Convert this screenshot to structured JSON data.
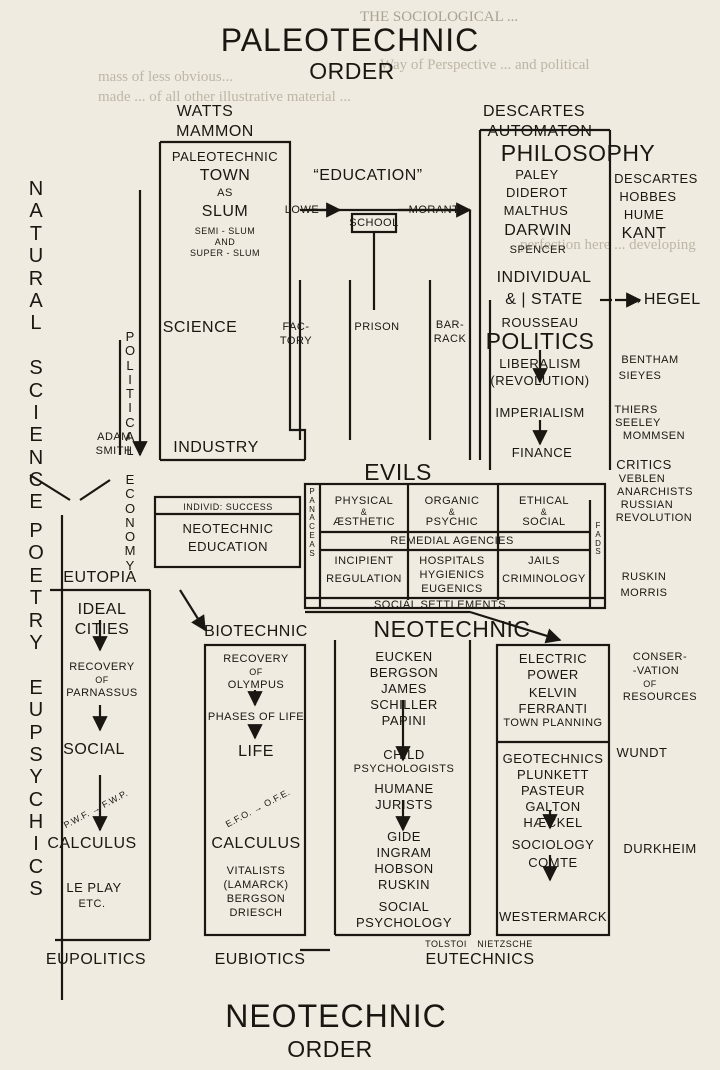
{
  "page": {
    "running_head": "THE SOCIOLOGICAL ...",
    "bleed_through": [
      "mass of less obvious...",
      "made ... of all other illustrative material ...",
      "Way of Perspective ... and political",
      "perfection here ... developing"
    ]
  },
  "diagram": {
    "title_top": [
      "PALEOTECHNIC",
      "ORDER"
    ],
    "title_bottom": [
      "NEOTECHNIC",
      "ORDER"
    ],
    "natural_science": "NATURAL SCIENCE",
    "poetry_eupsychics": "POETRY EUPSYCHICS",
    "political_economy": "POLITICAL ECONOMY",
    "left_top": {
      "watts": "WATTS",
      "mammon": "MAMMON",
      "town_lines": [
        "PALEOTECHNIC",
        "TOWN",
        "AS",
        "SLUM"
      ],
      "slum_sub": [
        "SEMI - SLUM",
        "AND",
        "SUPER - SLUM"
      ],
      "science": "SCIENCE",
      "industry": "INDUSTRY",
      "adam_smith": [
        "ADAM",
        "SMITH"
      ]
    },
    "education": {
      "label": "“EDUCATION”",
      "lowe": "LOWE",
      "school": "SCHOOL",
      "morant": "MORANT",
      "factory": [
        "FAC-",
        "TORY"
      ],
      "prison": "PRISON",
      "barrack": [
        "BAR-",
        "RACK"
      ]
    },
    "descartes_automaton": [
      "DESCARTES",
      "AUTOMATON"
    ],
    "philosophy": {
      "title": "PHILOSOPHY",
      "names": [
        "PALEY",
        "DIDEROT",
        "MALTHUS",
        "DARWIN",
        "SPENCER"
      ],
      "right": [
        "DESCARTES",
        "HOBBES",
        "HUME",
        "KANT"
      ],
      "individual": "INDIVIDUAL",
      "state": "& | STATE",
      "hegel": "→HEGEL",
      "rousseau": "ROUSSEAU"
    },
    "politics": {
      "title": "POLITICS",
      "items": [
        "LIBERALISM",
        "(REVOLUTION)",
        "IMPERIALISM",
        "FINANCE"
      ],
      "right": [
        "BENTHAM",
        "SIEYES",
        "THIERS",
        "SEELEY",
        "MOMMSEN"
      ]
    },
    "critics": [
      "CRITICS",
      "VEBLEN",
      "ANARCHISTS",
      "RUSSIAN",
      "REVOLUTION"
    ],
    "evils": {
      "title": "EVILS",
      "physical": [
        "PHYSICAL",
        "&",
        "ÆSTHETIC"
      ],
      "organic": [
        "ORGANIC",
        "&",
        "PSYCHIC"
      ],
      "ethical": [
        "ETHICAL",
        "&",
        "SOCIAL"
      ],
      "panaceas": "PANACEAS",
      "fads": "FADS",
      "remedial": "REMEDIAL AGENCIES",
      "incipient": [
        "INCIPIENT",
        "REGULATION"
      ],
      "hospitals": [
        "HOSPITALS",
        "HYGIENICS",
        "EUGENICS"
      ],
      "jails": [
        "JAILS",
        "CRIMINOLOGY"
      ],
      "settlements": "SOCIAL SETTLEMENTS"
    },
    "neotechnic_education": {
      "individ": "INDIVID: SUCCESS",
      "lines": [
        "NEOTECHNIC",
        "EDUCATION"
      ]
    },
    "ruskin_morris": [
      "RUSKIN",
      "MORRIS"
    ],
    "eutopia": {
      "title": "EUTOPIA",
      "ideal": [
        "IDEAL",
        "CITIES"
      ],
      "recovery": [
        "RECOVERY",
        "OF",
        "PARNASSUS"
      ],
      "social": "SOCIAL",
      "pwf": "P.W.F. → F.W.P.",
      "calculus": "CALCULUS",
      "le_play": [
        "LE PLAY",
        "ETC."
      ]
    },
    "biotechnic": {
      "title": "BIOTECHNIC",
      "recovery": [
        "RECOVERY",
        "OF",
        "OLYMPUS"
      ],
      "phases": "PHASES OF LIFE",
      "life": "LIFE",
      "efo": "E.F.O. → O.F.E.",
      "calculus": "CALCULUS",
      "vitalists": [
        "VITALISTS",
        "(LAMARCK)",
        "BERGSON",
        "DRIESCH"
      ]
    },
    "neotechnic_mid": {
      "title": "NEOTECHNIC",
      "names": [
        "EUCKEN",
        "BERGSON",
        "JAMES",
        "SCHILLER",
        "PAPINI"
      ],
      "child": [
        "CHILD",
        "PSYCHOLOGISTS"
      ],
      "humane": [
        "HUMANE",
        "JURISTS"
      ],
      "gide": [
        "GIDE",
        "INGRAM",
        "HOBSON",
        "RUSKIN"
      ],
      "social_psych": [
        "SOCIAL",
        "PSYCHOLOGY"
      ],
      "tolstoi": "TOLSTOI",
      "nietzsche": "NIETZSCHE"
    },
    "right_col": {
      "electric": [
        "ELECTRIC",
        "POWER",
        "KELVIN",
        "FERRANTI",
        "TOWN PLANNING"
      ],
      "geotechnics": [
        "GEOTECHNICS",
        "PLUNKETT",
        "PASTEUR",
        "GALTON",
        "HÆCKEL"
      ],
      "sociology": [
        "SOCIOLOGY",
        "COMTE"
      ],
      "westermarck": "WESTERMARCK",
      "conservation": [
        "CONSER-",
        "-VATION",
        "OF",
        "RESOURCES"
      ],
      "wundt": "WUNDT",
      "durkheim": "DURKHEIM"
    },
    "bottom": [
      "EUPOLITICS",
      "EUBIOTICS",
      "EUTECHNICS"
    ]
  }
}
